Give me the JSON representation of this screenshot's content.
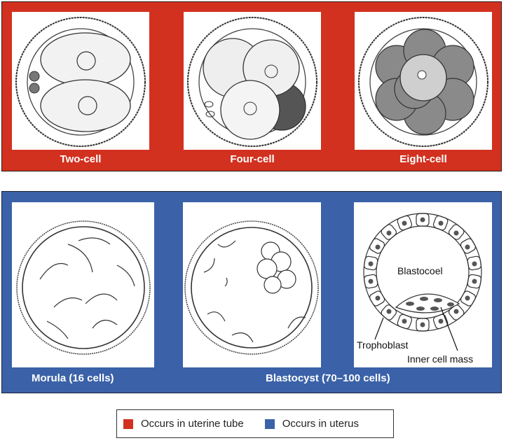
{
  "colors": {
    "uterine_tube": "#d2311f",
    "uterus": "#3b62a8"
  },
  "top_panel": {
    "stages": [
      {
        "label": "Two-cell"
      },
      {
        "label": "Four-cell"
      },
      {
        "label": "Eight-cell"
      }
    ]
  },
  "bottom_panel": {
    "stages": [
      {
        "label": "Morula (16 cells)"
      },
      {
        "label": "Blastocyst (70–100 cells)"
      }
    ],
    "blastocyst_labels": {
      "cavity": "Blastocoel",
      "outer": "Trophoblast",
      "inner": "Inner cell mass"
    }
  },
  "legend": {
    "items": [
      {
        "label": "Occurs in uterine tube",
        "color": "#d2311f"
      },
      {
        "label": "Occurs in uterus",
        "color": "#3b62a8"
      }
    ]
  }
}
